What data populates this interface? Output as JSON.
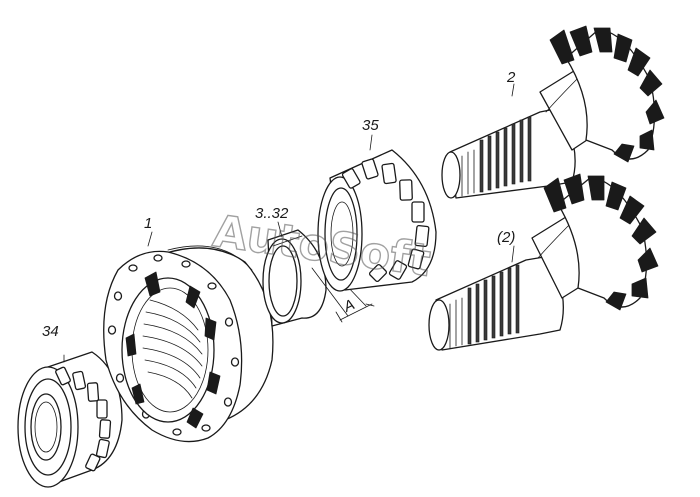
{
  "labels": {
    "part_1": "1",
    "part_2": "2",
    "part_2_alt": "(2)",
    "part_3_32": "3..32",
    "part_34": "34",
    "part_35": "35",
    "dim_a": "A"
  },
  "watermark": "AutoSoft"
}
